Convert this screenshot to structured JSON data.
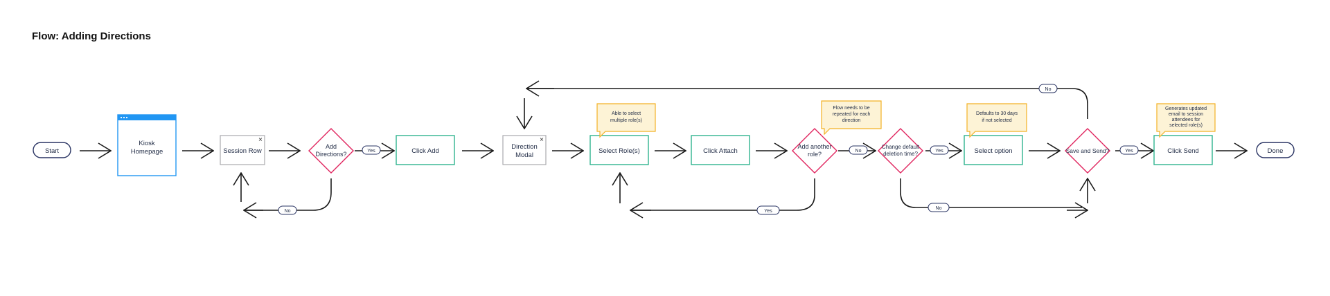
{
  "title": "Flow: Adding Directions",
  "colors": {
    "terminal": "#2a3463",
    "screen": "#2196f3",
    "modal": "#a9a9ae",
    "action": "#2fb38f",
    "decision": "#e0245e",
    "note_fill": "#fdf3d6",
    "note_border": "#f3b124",
    "line": "#1a1a1a",
    "pill": "#2a3463"
  },
  "nodes": {
    "start": "Start",
    "kiosk_homepage": [
      "Kiosk",
      "Homepage"
    ],
    "session_row": "Session Row",
    "add_directions": [
      "Add",
      "Directions?"
    ],
    "click_add": "Click Add",
    "direction_modal": [
      "Direction",
      "Modal"
    ],
    "select_roles": "Select Role(s)",
    "click_attach": "Click Attach",
    "add_another_role": [
      "Add another",
      "role?"
    ],
    "change_deletion": [
      "Change default",
      "deletion time?"
    ],
    "select_option": "Select option",
    "save_and_send": "Save and Send?",
    "click_send": "Click Send",
    "done": "Done"
  },
  "edge_labels": {
    "yes": "Yes",
    "no": "No"
  },
  "notes": {
    "select_roles": [
      "Able to select",
      "multiple role(s)"
    ],
    "add_another_role": [
      "Flow needs to be",
      "repeated for each",
      "direction"
    ],
    "select_option": [
      "Defaults to 30 days",
      "if not selected"
    ],
    "click_send": [
      "Generates updated",
      "email to session",
      "attendees for",
      "selected role(s)"
    ]
  },
  "icons": {
    "kiosk_titlebar": "window-dots-icon",
    "close": "close-icon"
  }
}
